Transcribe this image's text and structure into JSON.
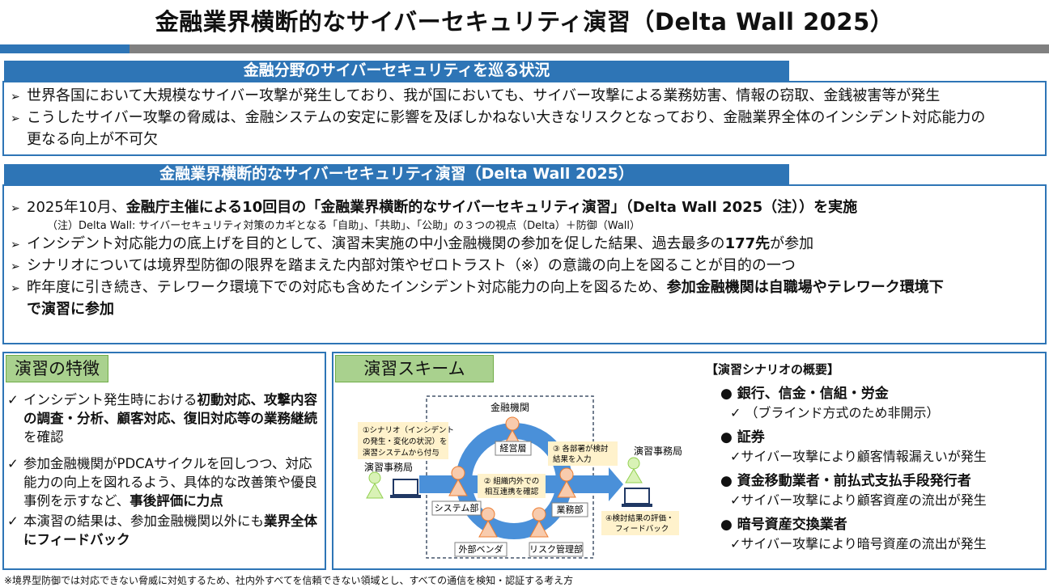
{
  "title": "金融業界横断的なサイバーセキュリティ演習（Delta Wall 2025）",
  "section1": {
    "header": "金融分野のサイバーセキュリティを巡る状況",
    "bullets": [
      "世界各国において大規模なサイバー攻撃が発生しており、我が国においても、サイバー攻撃による業務妨害、情報の窃取、金銭被害等が発生",
      "こうしたサイバー攻撃の脅威は、金融システムの安定に影響を及ぼしかねない大きなリスクとなっており、金融業界全体のインシデント対応能力の",
      "更なる向上が不可欠"
    ]
  },
  "section2": {
    "header": "金融業界横断的なサイバーセキュリティ演習（Delta Wall 2025）",
    "b1_pre": "2025年10月、",
    "b1_bold": "金融庁主催による10回目の「金融業界横断的なサイバーセキュリティ演習」（Delta Wall 2025（注））を実施",
    "note": "（注）Delta Wall: サイバーセキュリティ対策のカギとなる「自助」、「共助」、「公助」の３つの視点（Delta）＋防御（Wall）",
    "b2_pre": "インシデント対応能力の底上げを目的として、演習未実施の中小金融機関の参加を促した結果、過去最多の",
    "b2_bold": "177先",
    "b2_post": "が参加",
    "b3": "シナリオについては境界型防御の限界を踏まえた内部対策やゼロトラスト（※）の意識の向上を図ることが目的の一つ",
    "b4_pre": "昨年度に引き続き、テレワーク環境下での対応も含めたインシデント対応能力の向上を図るため、",
    "b4_bold1": "参加金融機関は自職場やテレワーク環境下",
    "b4_bold2": "で演習に参加"
  },
  "features": {
    "header": "演習の特徴",
    "items": [
      {
        "pre": "インシデント発生時における",
        "bold": "初動対応、攻撃内容の調査・分析、顧客対応、復旧対応等の業務継続",
        "post": "を確認"
      },
      {
        "pre": "参加金融機関がPDCAサイクルを回しつつ、対応能力の向上を図れるよう、具体的な改善策や優良事例を示すなど、",
        "bold": "事後評価に力点",
        "post": ""
      },
      {
        "pre": "本演習の結果は、参加金融機関以外にも",
        "bold": "業界全体にフィードバック",
        "post": ""
      }
    ]
  },
  "scheme": {
    "header": "演習スキーム",
    "org": "金融機関",
    "office_left": "演習事務局",
    "office_right": "演習事務局",
    "depts": {
      "mgmt": "経営層",
      "system": "システム部",
      "business": "業務部",
      "vendor": "外部ベンダ",
      "risk": "リスク管理部"
    },
    "step1": [
      "①シナリオ（インシデント",
      "の発生・変化の状況）を",
      "演習システムから付与"
    ],
    "step2": [
      "② 組織内外での",
      "相互連携を確認"
    ],
    "step3": [
      "③ 各部署が検討",
      "結果を入力"
    ],
    "step4": [
      "④検討結果の評価・",
      "フィードバック"
    ]
  },
  "scenario": {
    "header": "【演習シナリオの概要】",
    "items": [
      {
        "title": "銀行、信金・信組・労金",
        "detail": "（ブラインド方式のため非開示）"
      },
      {
        "title": "証券",
        "detail": "サイバー攻撃により顧客情報漏えいが発生"
      },
      {
        "title": "資金移動業者・前払式支払手段発行者",
        "detail": "サイバー攻撃により顧客資産の流出が発生"
      },
      {
        "title": "暗号資産交換業者",
        "detail": "サイバー攻撃により暗号資産の流出が発生"
      }
    ]
  },
  "footnote": "※境界型防御では対応できない脅威に対処するため、社内外すべてを信頼できない領域とし、すべての通信を検知・認証する考え方",
  "colors": {
    "blue": "#2e75b6",
    "gray": "#808080",
    "green": "#a9d18e"
  }
}
